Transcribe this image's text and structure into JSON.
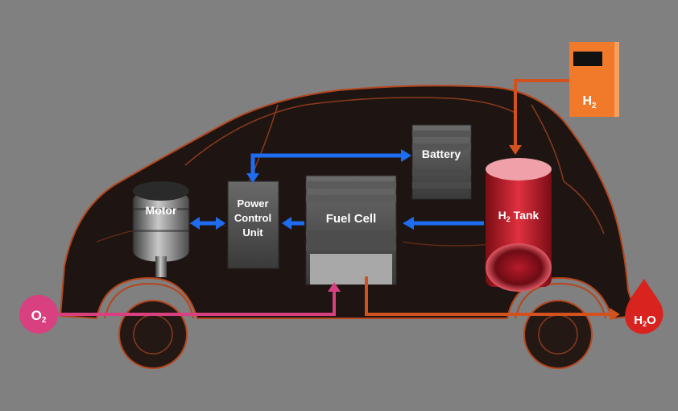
{
  "components": {
    "motor": "Motor",
    "pcu_line1": "Power",
    "pcu_line2": "Control",
    "pcu_line3": "Unit",
    "fuel_cell": "Fuel Cell",
    "battery": "Battery",
    "h2_tank_h": "H",
    "h2_tank_sub": "2",
    "h2_tank_rest": " Tank"
  },
  "inputs": {
    "oxygen_main": "O",
    "oxygen_sub": "2",
    "hydrogen_main": "H",
    "hydrogen_sub": "2"
  },
  "outputs": {
    "water_h": "H",
    "water_sub": "2",
    "water_o": "O"
  },
  "colors": {
    "background": "#808080",
    "car_body": "#1e1512",
    "car_outline": "#b5461e",
    "electric_arrow": "#1e6cf0",
    "oxygen": "#d8407f",
    "hydrogen": "#d2521f",
    "water": "#d8231f",
    "station": "#f07a2a"
  }
}
